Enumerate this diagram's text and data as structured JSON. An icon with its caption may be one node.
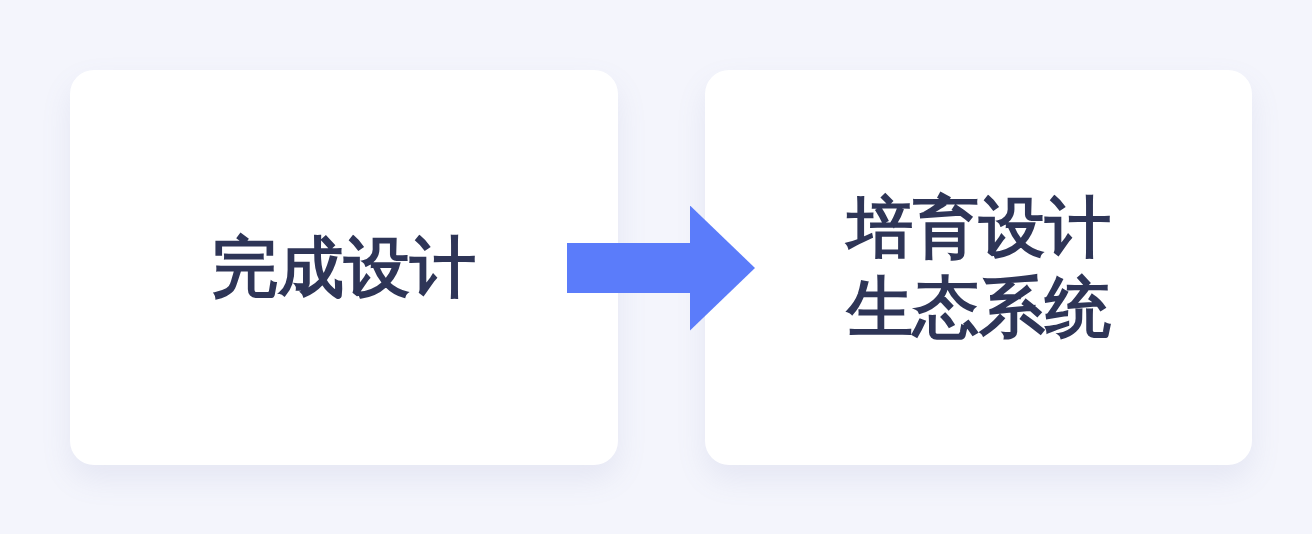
{
  "diagram": {
    "nodes": [
      {
        "text": [
          "完成设计"
        ]
      },
      {
        "text": [
          "培育设计生态系统"
        ]
      }
    ],
    "edges": [
      {
        "from": 0,
        "to": 1,
        "arrow": "to"
      }
    ]
  }
}
